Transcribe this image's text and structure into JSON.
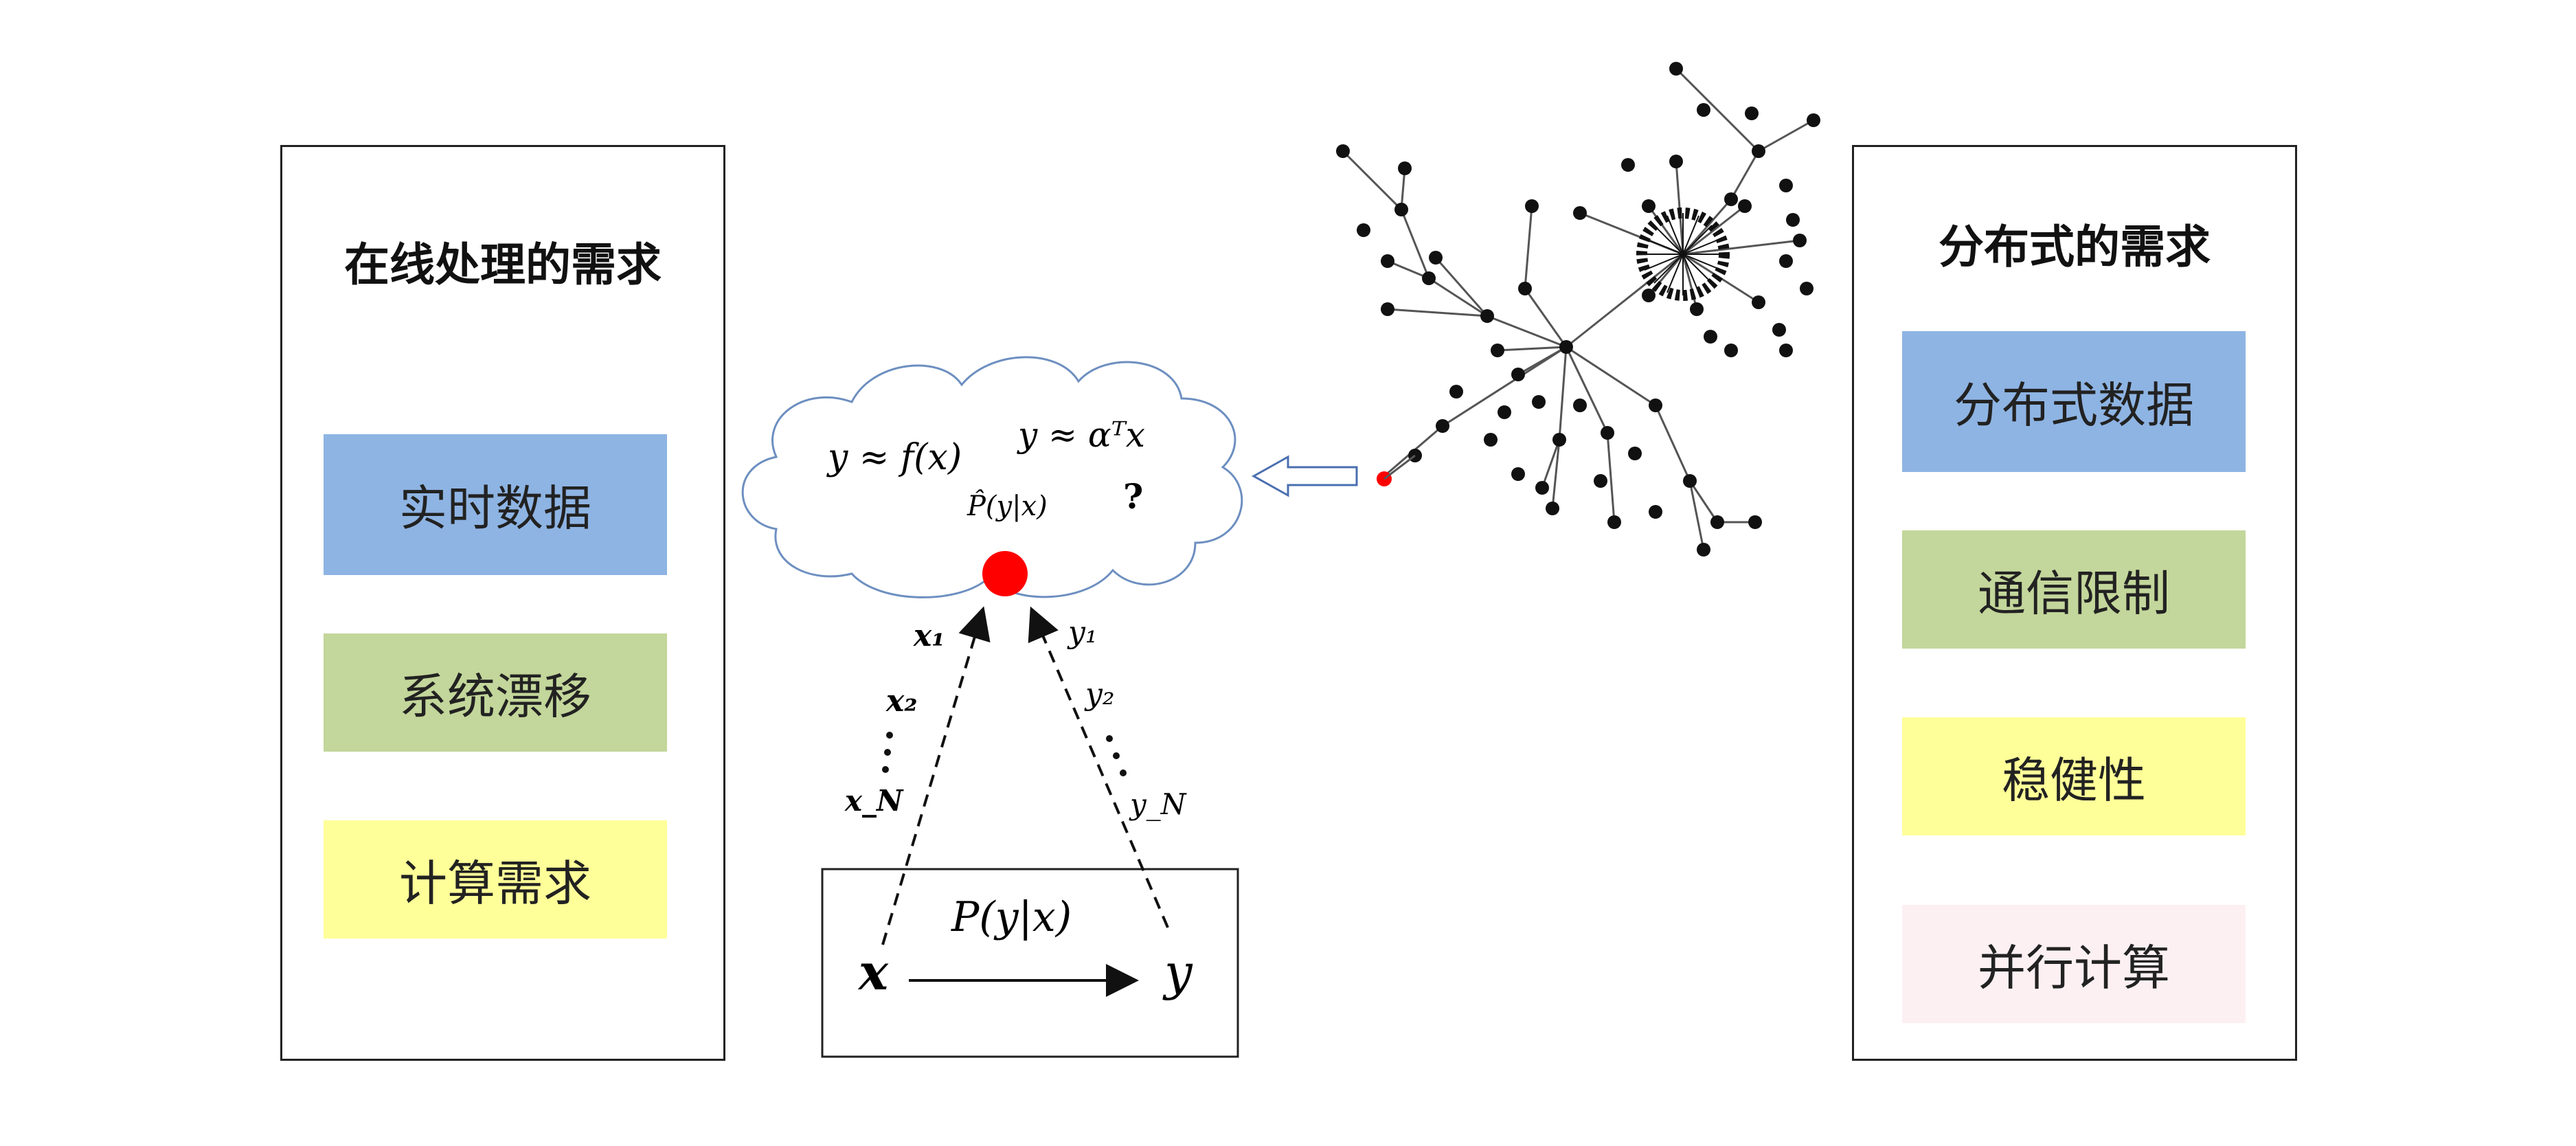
{
  "left_panel": {
    "title": "在线处理的需求",
    "items": [
      {
        "label": "实时数据",
        "color": "#8eb4e3"
      },
      {
        "label": "系统漂移",
        "color": "#c3d69b"
      },
      {
        "label": "计算需求",
        "color": "#ffff99"
      }
    ]
  },
  "right_panel": {
    "title": "分布式的需求",
    "items": [
      {
        "label": "分布式数据",
        "color": "#8eb4e3"
      },
      {
        "label": "通信限制",
        "color": "#c3d69b"
      },
      {
        "label": "稳健性",
        "color": "#ffff99"
      },
      {
        "label": "并行计算",
        "color": "#fdf0f3"
      }
    ]
  },
  "cloud": {
    "formula_f": "y ≈ f(x)",
    "formula_alpha": "y ≈ αᵀx",
    "formula_p_hat": "P̂(y|x)",
    "question": "?"
  },
  "arrows": {
    "x1": "x₁",
    "x2": "x₂",
    "xN": "x_N",
    "y1": "y₁",
    "y2": "y₂",
    "yN": "y_N"
  },
  "model_box": {
    "formula": "P(y|x)",
    "x": "x",
    "y": "y"
  },
  "colors": {
    "node_red": "#ff0000",
    "cloud_stroke": "#6d8fc0",
    "arrow_stroke": "#4a6fb0"
  }
}
